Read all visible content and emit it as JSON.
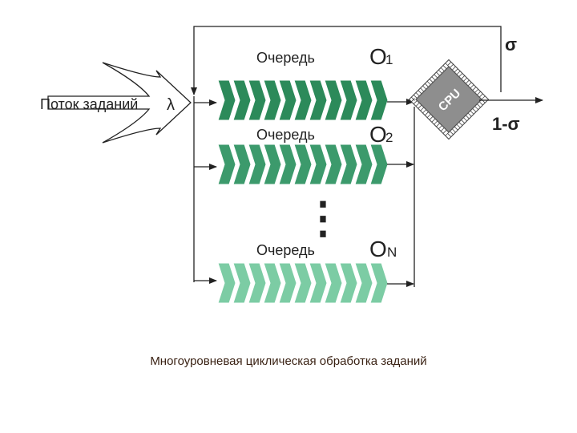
{
  "input": {
    "label": "Поток заданий",
    "symbol": "λ"
  },
  "cpu": {
    "label": "CPU"
  },
  "exits": {
    "loop": "σ",
    "out": "1-σ"
  },
  "queues": [
    {
      "label": "Очередь",
      "name": "O",
      "index": "1",
      "color": "#2c8a5a"
    },
    {
      "label": "Очередь",
      "name": "O",
      "index": "2",
      "color": "#3c9a6c"
    },
    {
      "label": "Очередь",
      "name": "O",
      "index": "N",
      "color": "#7ccca4"
    }
  ],
  "ellipsis": "⋮",
  "caption": "Многоуровневая циклическая обработка заданий"
}
